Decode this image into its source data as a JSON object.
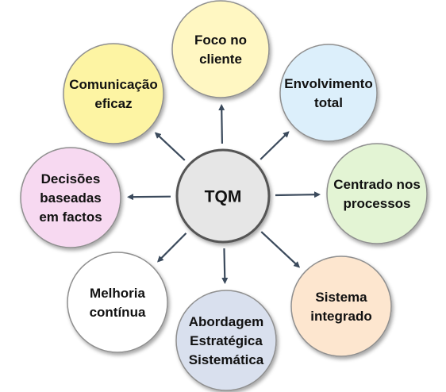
{
  "center": {
    "label": "TQM",
    "fill": "#e6e6e6",
    "stroke": "#555555"
  },
  "nodes": [
    {
      "id": "foco-no-cliente",
      "lines": [
        "Foco no",
        "cliente"
      ],
      "fill": "#fff7c2",
      "stroke": "#8f8f8f"
    },
    {
      "id": "envolvimento-total",
      "lines": [
        "Envolvimento",
        "total"
      ],
      "fill": "#dceffb",
      "stroke": "#8f8f8f"
    },
    {
      "id": "centrado-nos-processos",
      "lines": [
        "Centrado nos",
        "processos"
      ],
      "fill": "#e3f4d4",
      "stroke": "#8f8f8f"
    },
    {
      "id": "sistema-integrado",
      "lines": [
        "Sistema",
        "integrado"
      ],
      "fill": "#fde6cf",
      "stroke": "#8f8f8f"
    },
    {
      "id": "abordagem-estrategica-sistematica",
      "lines": [
        "Abordagem",
        "Estratégica",
        "Sistemática"
      ],
      "fill": "#d9e0ee",
      "stroke": "#8f8f8f"
    },
    {
      "id": "melhoria-continua",
      "lines": [
        "Melhoria",
        "contínua"
      ],
      "fill": "#ffffff",
      "stroke": "#8f8f8f"
    },
    {
      "id": "decisoes-baseadas-em-factos",
      "lines": [
        "Decisões",
        "baseadas",
        "em factos"
      ],
      "fill": "#f7d9f1",
      "stroke": "#8f8f8f"
    },
    {
      "id": "comunicacao-eficaz",
      "lines": [
        "Comunicação",
        "eficaz"
      ],
      "fill": "#fdf4a3",
      "stroke": "#8f8f8f"
    }
  ],
  "arrow_color": "#3b4a5c"
}
